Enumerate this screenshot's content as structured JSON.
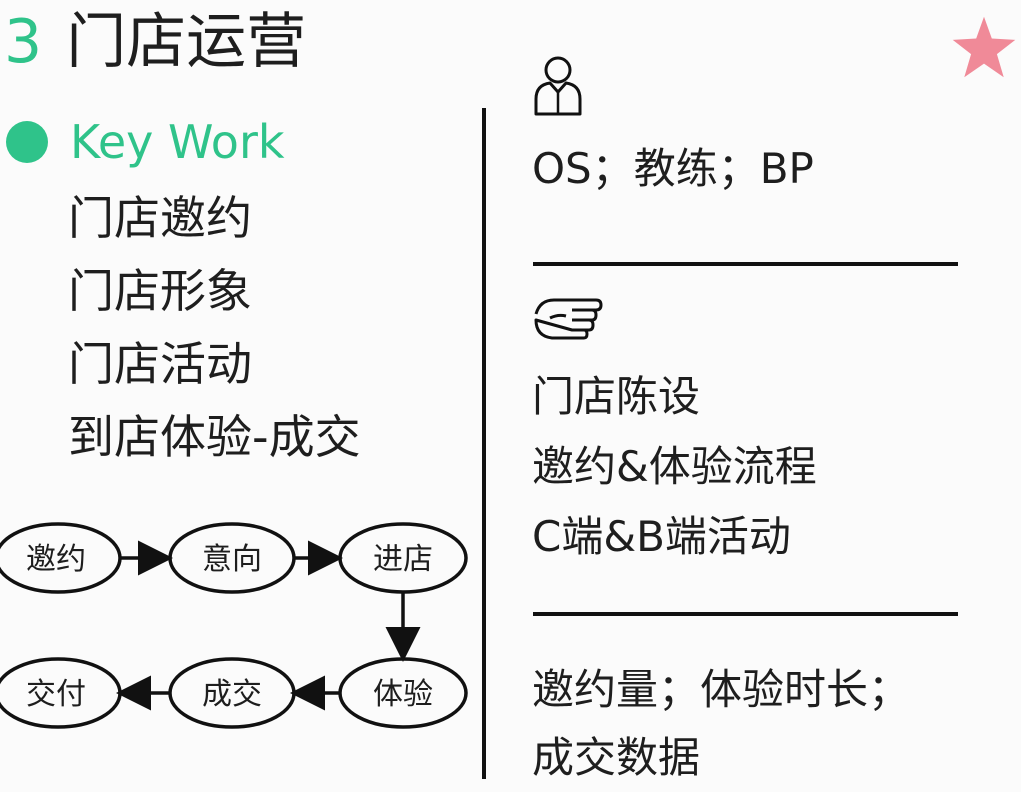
{
  "header": {
    "number": "3",
    "title": "门店运营"
  },
  "keywork": {
    "label": "Key Work",
    "items": [
      "门店邀约",
      "门店形象",
      "门店活动",
      "到店体验-成交"
    ]
  },
  "flow": {
    "nodes": [
      "邀约",
      "意向",
      "进店",
      "体验",
      "成交",
      "交付"
    ]
  },
  "right": {
    "roles": "OS；教练；BP",
    "contents": [
      "门店陈设",
      "邀约&体验流程",
      "C端&B端活动"
    ],
    "metrics": [
      "邀约量；体验时长；",
      "成交数据"
    ]
  },
  "icons": {
    "star": "star-icon",
    "dot": "dot-icon",
    "person": "person-icon",
    "hand": "pointing-hand-icon"
  },
  "colors": {
    "accent": "#2fc38a",
    "star": "#f08a98",
    "text": "#1e1e1e",
    "line": "#111111"
  }
}
